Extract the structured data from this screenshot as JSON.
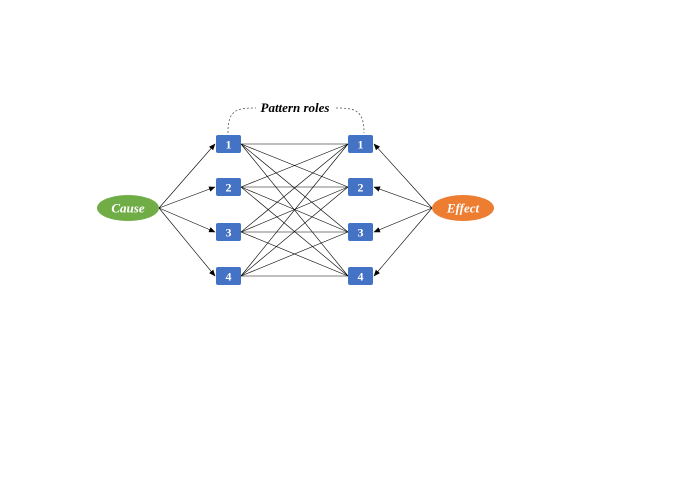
{
  "diagram": {
    "title": "Pattern roles",
    "cause": {
      "label": "Cause",
      "color": "#70ad47"
    },
    "effect": {
      "label": "Effect",
      "color": "#ed7d31"
    },
    "node_color": "#4472c4",
    "left_nodes": [
      "1",
      "2",
      "3",
      "4"
    ],
    "right_nodes": [
      "1",
      "2",
      "3",
      "4"
    ]
  }
}
